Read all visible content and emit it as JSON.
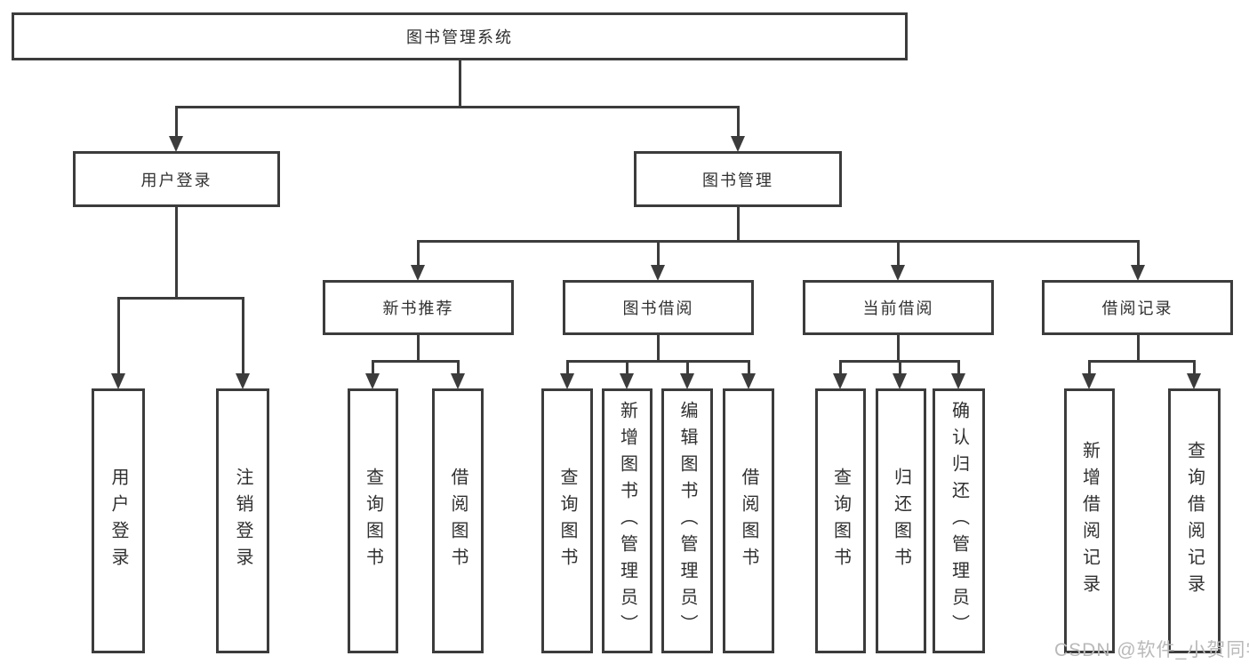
{
  "nodes": {
    "root": "图书管理系统",
    "user_login": "用户登录",
    "book_mgmt": "图书管理",
    "leaf_user_login": "用户登录",
    "leaf_logout": "注销登录",
    "new_book_rec": "新书推荐",
    "book_borrow": "图书借阅",
    "current_borrow": "当前借阅",
    "borrow_record": "借阅记录",
    "nb_query": "查询图书",
    "nb_borrow": "借阅图书",
    "bb_query": "查询图书",
    "bb_add": "新增图书（管理员）",
    "bb_edit": "编辑图书（管理员）",
    "bb_borrow": "借阅图书",
    "cb_query": "查询图书",
    "cb_return": "归还图书",
    "cb_confirm": "确认归还（管理员）",
    "br_add": "新增借阅记录",
    "br_query": "查询借阅记录"
  },
  "watermark": "CSDN @软件_小贺同学",
  "colors": {
    "line": "#3c3c3c",
    "text": "#303030",
    "bg": "#ffffff",
    "watermark": "#b9b9b9"
  }
}
